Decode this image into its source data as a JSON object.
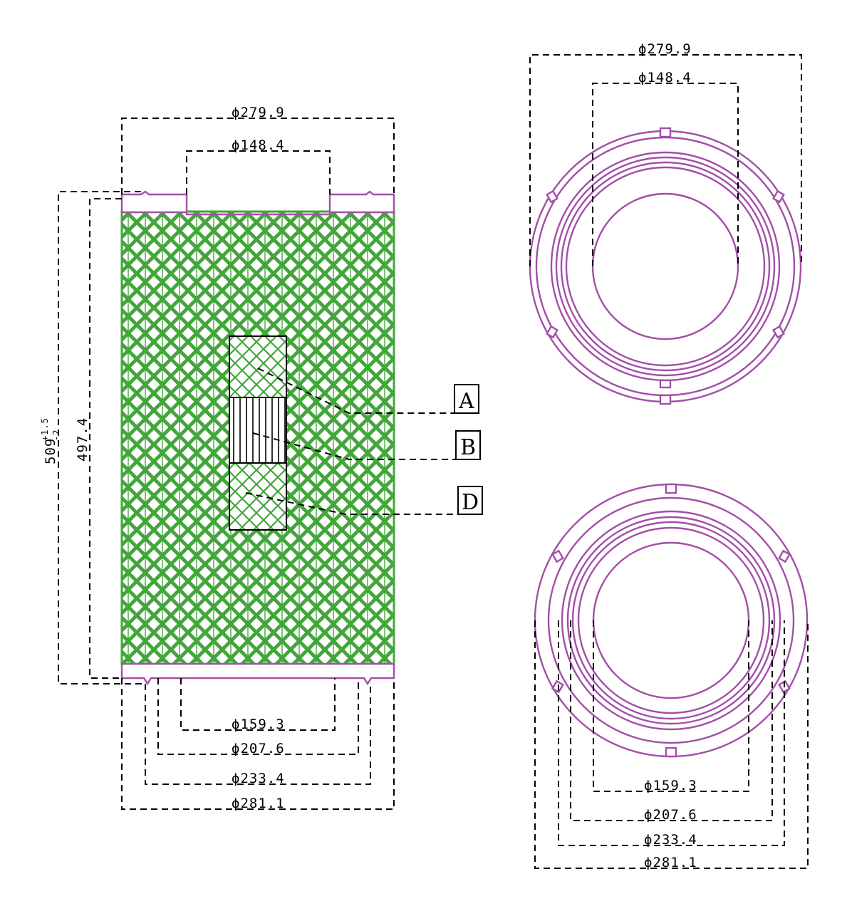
{
  "colors": {
    "mesh": "#43a63b",
    "endcap": "#a24fa8",
    "dimension": "#000000"
  },
  "side_view": {
    "top_outer_dia": "ϕ279.9",
    "top_inner_dia": "ϕ148.4",
    "overall_length": "509",
    "overall_length_tol_plus": "+1.5",
    "overall_length_tol_minus": "-2",
    "body_length": "497.4",
    "bottom_dia_1": "ϕ159.3",
    "bottom_dia_2": "ϕ207.6",
    "bottom_dia_3": "ϕ233.4",
    "bottom_dia_4": "ϕ281.1"
  },
  "callouts": {
    "a": "A",
    "b": "B",
    "d": "D"
  },
  "top_view": {
    "outer_dia": "ϕ279.9",
    "inner_dia": "ϕ148.4"
  },
  "bottom_view": {
    "dia_1": "ϕ159.3",
    "dia_2": "ϕ207.6",
    "dia_3": "ϕ233.4",
    "dia_4": "ϕ281.1"
  }
}
